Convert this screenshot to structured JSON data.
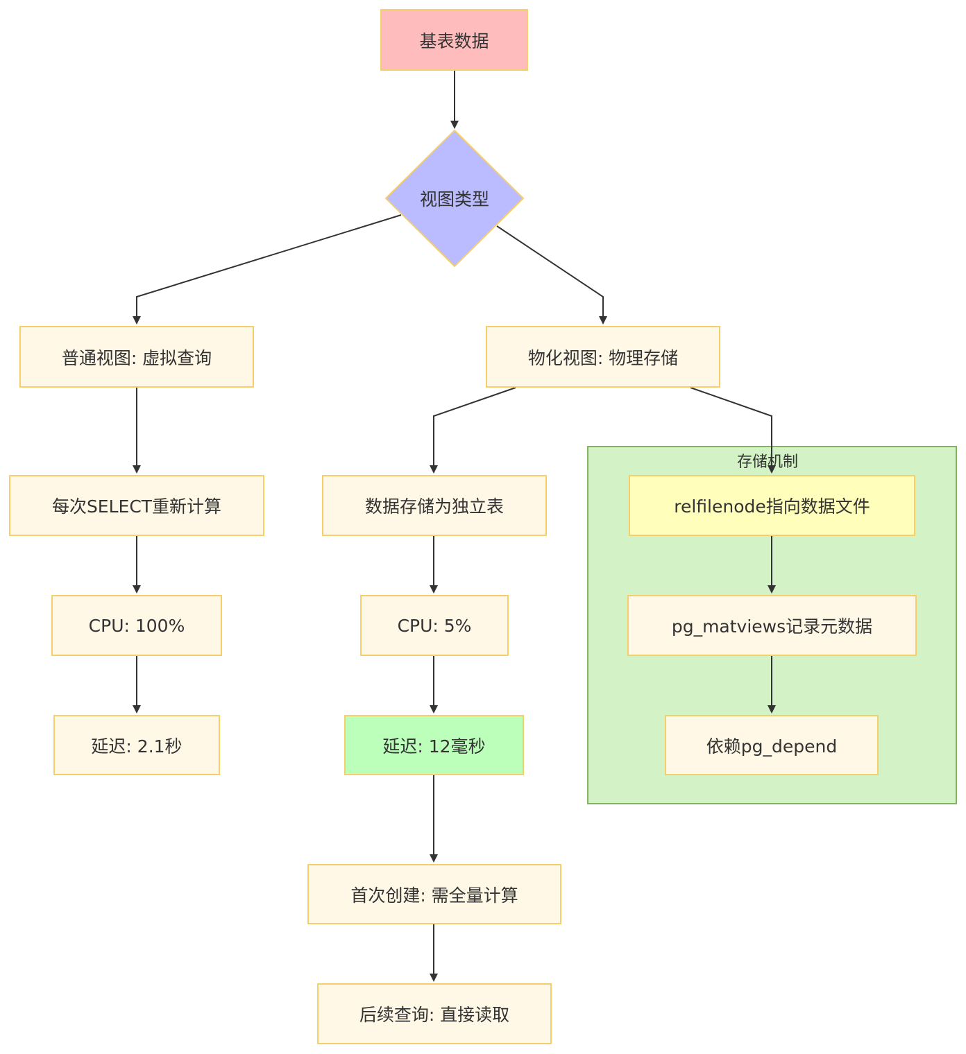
{
  "diagram": {
    "nodes": {
      "base_data": "基表数据",
      "view_type": "视图类型",
      "normal_view": "普通视图: 虚拟查询",
      "mat_view": "物化视图: 物理存储",
      "recompute": "每次SELECT重新计算",
      "cpu_100": "CPU: 100%",
      "latency_normal": "延迟: 2.1秒",
      "independent_table": "数据存储为独立表",
      "cpu_5": "CPU: 5%",
      "latency_mat": "延迟: 12毫秒",
      "first_create": "首次创建: 需全量计算",
      "subsequent": "后续查询: 直接读取",
      "relfilenode": "relfilenode指向数据文件",
      "pg_matviews": "pg_matviews记录元数据",
      "pg_depend": "依赖pg_depend"
    },
    "cluster": {
      "label": "存储机制"
    },
    "colors": {
      "default_fill": "#fff8e6",
      "default_stroke": "#f5cf6a",
      "base_fill": "#ffbcbc",
      "decision_fill": "#bbbbff",
      "decision_stroke": "#f5cf6a",
      "fast_fill": "#bbffbb",
      "relfilenode_fill": "#ffffbb",
      "cluster_fill": "#d3f2c5",
      "cluster_stroke": "#82b35d",
      "edge": "#333333"
    }
  }
}
